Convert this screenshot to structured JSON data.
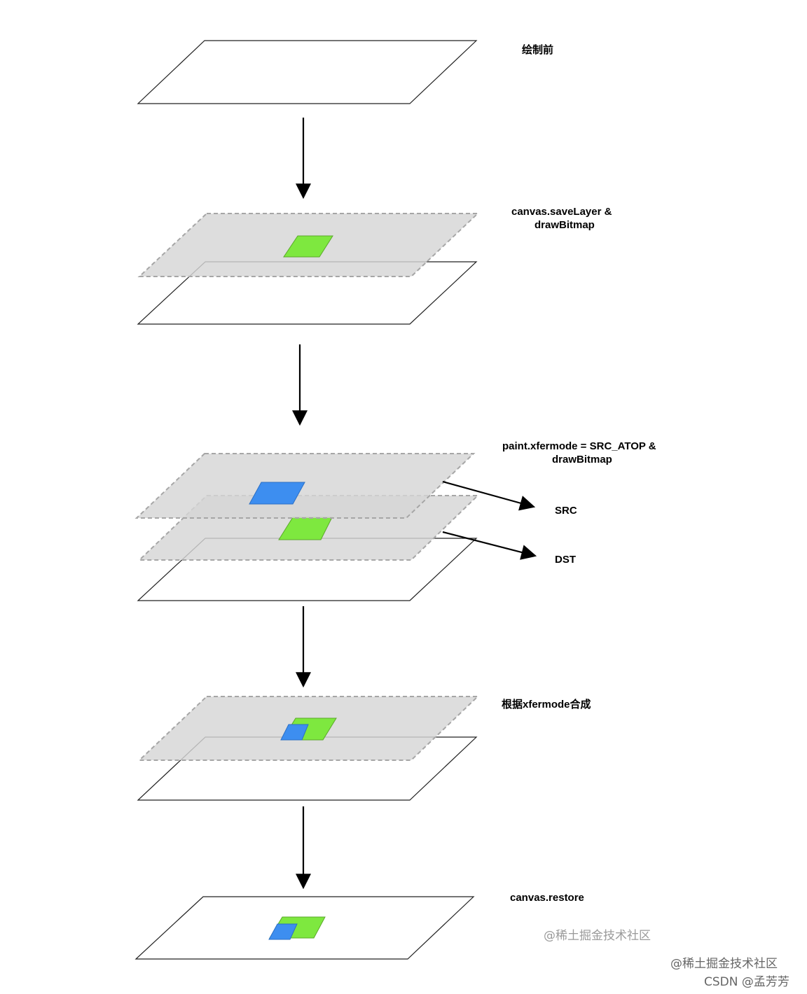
{
  "steps": [
    {
      "label_lines": [
        "绘制前"
      ]
    },
    {
      "label_lines": [
        "canvas.saveLayer &",
        "drawBitmap"
      ]
    },
    {
      "label_lines": [
        "paint.xfermode = SRC_ATOP &",
        "drawBitmap"
      ]
    },
    {
      "label_lines": [
        "根据xfermode合成"
      ]
    },
    {
      "label_lines": [
        "canvas.restore"
      ]
    }
  ],
  "pointers": {
    "src": "SRC",
    "dst": "DST"
  },
  "watermarks": {
    "inner": "@稀土掘金技术社区",
    "corner_line1": "@稀土掘金技术社区",
    "corner_line2": "CSDN @孟芳芳"
  },
  "colors": {
    "green": "#7ee83f",
    "blue": "#3d8ef0",
    "layer_fill": "#d6d6d6",
    "layer_stroke": "#a6a6a6"
  }
}
